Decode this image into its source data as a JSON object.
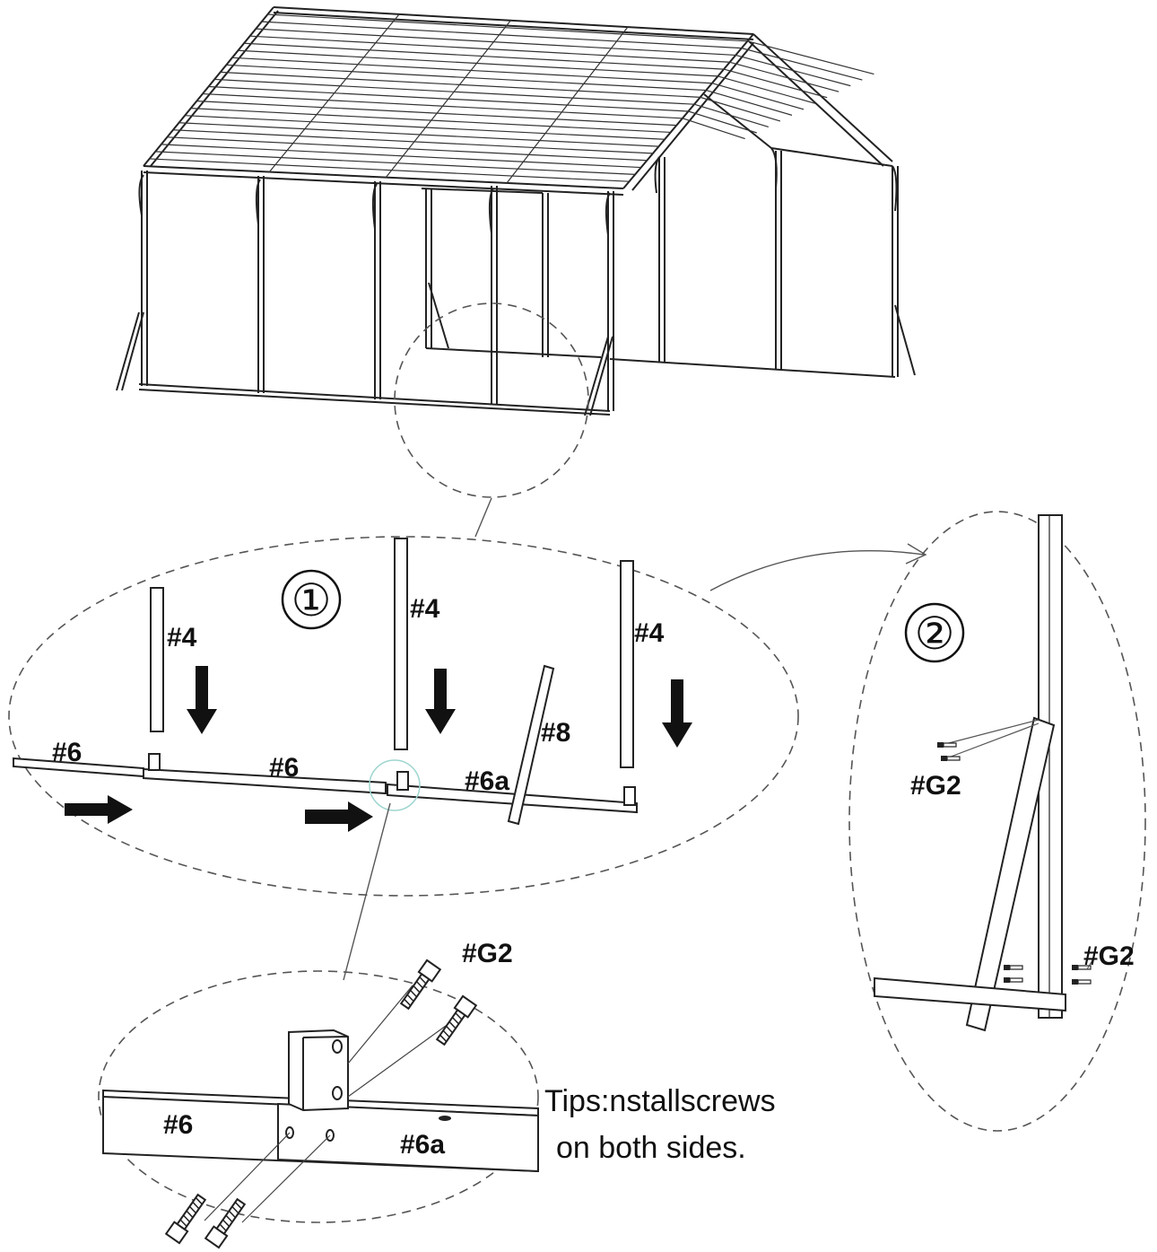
{
  "colors": {
    "line": "#222222",
    "arrow": "#111111",
    "callout_ring": "#9fd6d0",
    "background": "#ffffff"
  },
  "steps": {
    "step1": "①",
    "step2": "②"
  },
  "labels": {
    "part_4": "#4",
    "part_6": "#6",
    "part_6a": "#6a",
    "part_8": "#8",
    "bolt_g2": "#G2"
  },
  "tips": {
    "line1": "Tips:nstallscrews",
    "line2": "on both sides."
  },
  "icons": [
    "arrow-down-icon",
    "arrow-right-icon",
    "bolt-icon"
  ]
}
